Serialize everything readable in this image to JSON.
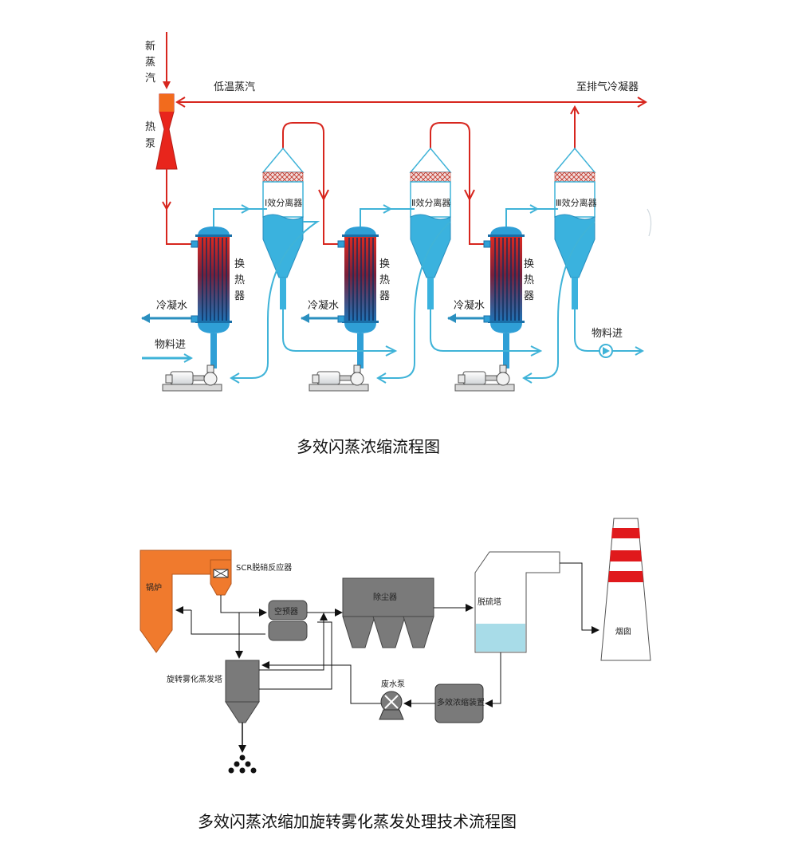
{
  "flash_diagram": {
    "fresh_steam": [
      "新",
      "蒸",
      "汽"
    ],
    "heat_pump": [
      "热",
      "泵"
    ],
    "low_temp_steam": "低温蒸汽",
    "to_exhaust_condenser": "至排气冷凝器",
    "separators": [
      "Ⅰ效分离器",
      "Ⅱ效分离器",
      "Ⅲ效分离器"
    ],
    "exchanger": [
      "换",
      "热",
      "器"
    ],
    "condensate": "冷凝水",
    "material_in": "物料进",
    "material_out": "物料进",
    "caption": "多效闪蒸浓缩流程图"
  },
  "process_diagram": {
    "boiler": "锅炉",
    "scr": "SCR脱硝反应器",
    "air_preheater": "空预器",
    "dust_collector": "除尘器",
    "desulfurization": "脱硫塔",
    "chimney": "烟囱",
    "spray_tower": "旋转雾化蒸发塔",
    "wastewater_pump": "废水泵",
    "multi_effect": "多效浓缩装置",
    "caption": "多效闪蒸浓缩加旋转雾化蒸发处理技术流程图"
  },
  "colors": {
    "steam": "#d7261e",
    "water": "#3fb3d8",
    "boiler": "#f07a2d",
    "device_gray": "#7a7a7a",
    "chimney_band": "#e0191c"
  }
}
